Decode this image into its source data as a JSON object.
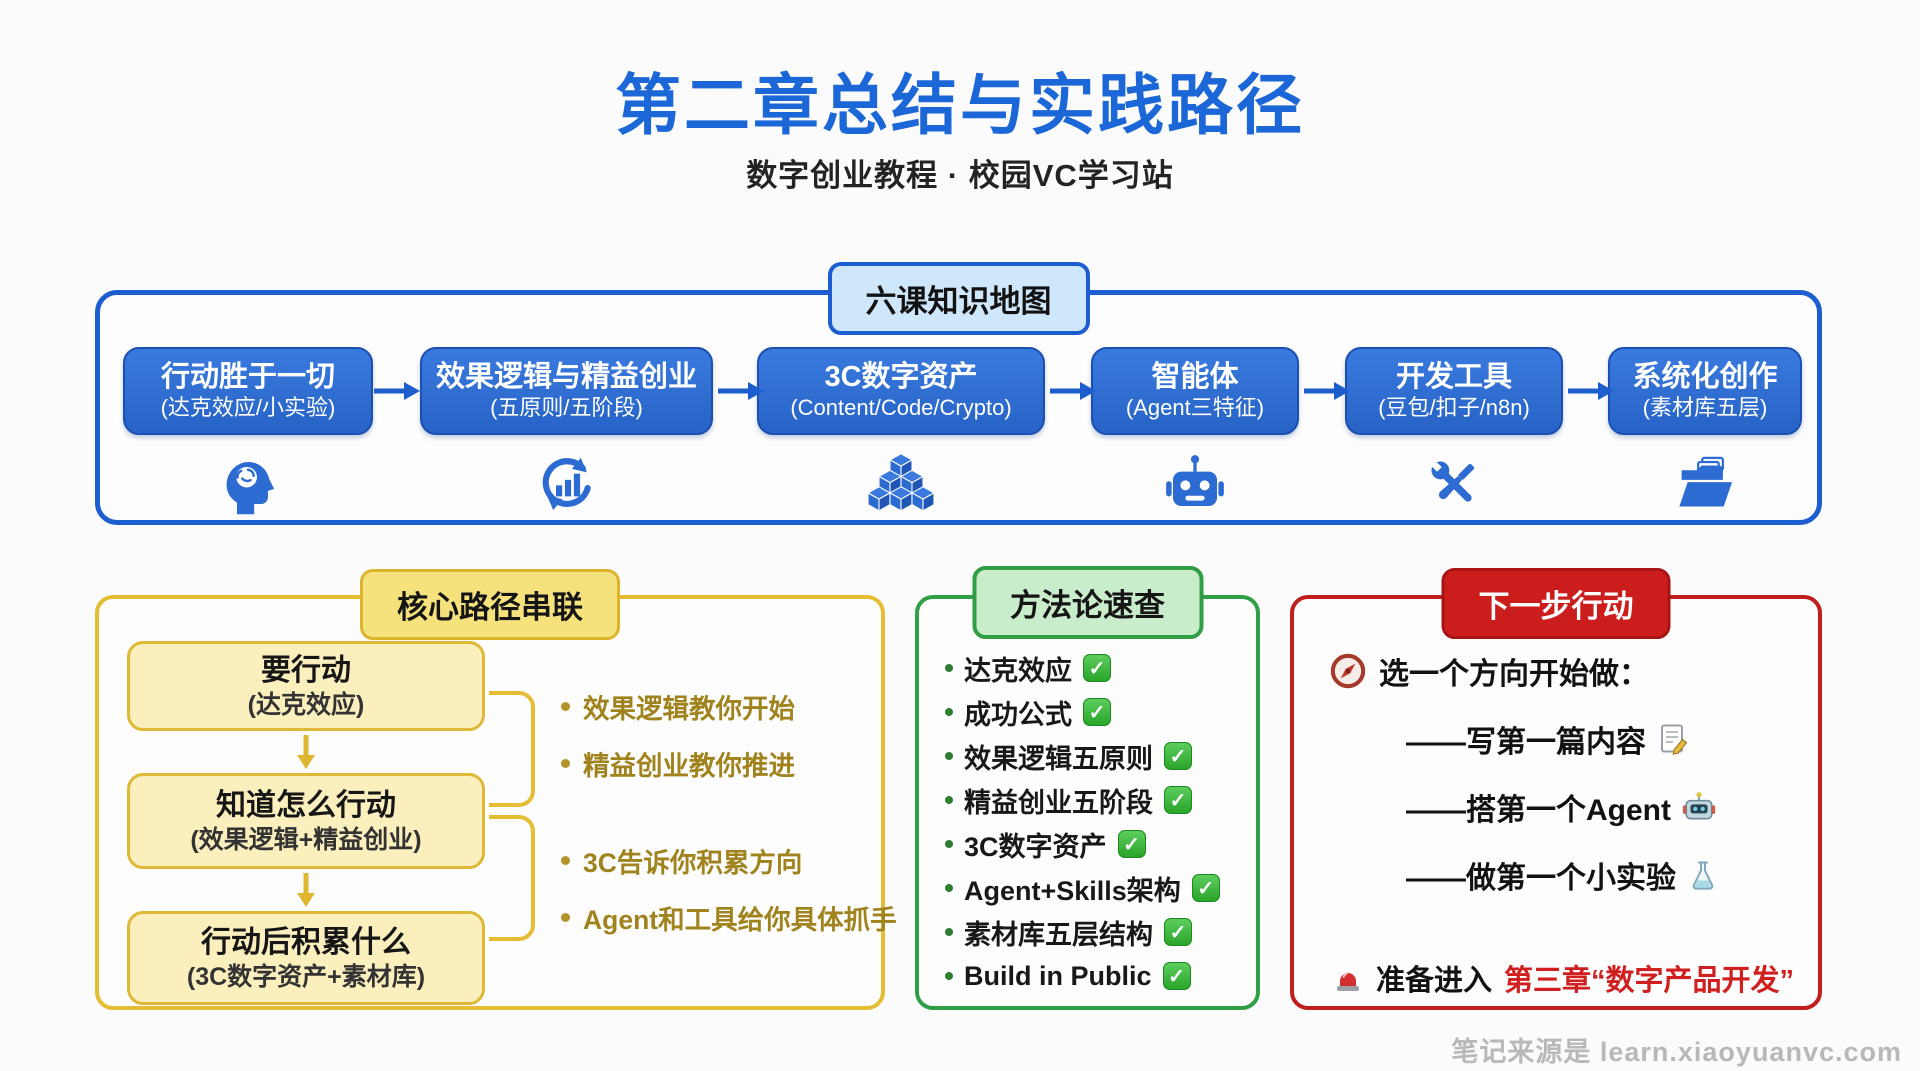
{
  "header": {
    "title": "第二章总结与实践路径",
    "subtitle": "数字创业教程 · 校园VC学习站"
  },
  "knowledge_map": {
    "tab": "六课知识地图",
    "nodes": [
      {
        "title": "行动胜于一切",
        "subtitle": "(达克效应/小实验)",
        "icon": "brain-head-icon"
      },
      {
        "title": "效果逻辑与精益创业",
        "subtitle": "(五原则/五阶段)",
        "icon": "cycle-chart-icon"
      },
      {
        "title": "3C数字资产",
        "subtitle": "(Content/Code/Crypto)",
        "icon": "cubes-icon"
      },
      {
        "title": "智能体",
        "subtitle": "(Agent三特征)",
        "icon": "robot-icon"
      },
      {
        "title": "开发工具",
        "subtitle": "(豆包/扣子/n8n)",
        "icon": "tools-icon"
      },
      {
        "title": "系统化创作",
        "subtitle": "(素材库五层)",
        "icon": "folder-icon"
      }
    ]
  },
  "core_path": {
    "tab": "核心路径串联",
    "steps": [
      {
        "title": "要行动",
        "subtitle": "(达克效应)"
      },
      {
        "title": "知道怎么行动",
        "subtitle": "(效果逻辑+精益创业)"
      },
      {
        "title": "行动后积累什么",
        "subtitle": "(3C数字资产+素材库)"
      }
    ],
    "notes_group1": [
      "效果逻辑教你开始",
      "精益创业教你推进"
    ],
    "notes_group2": [
      "3C告诉你积累方向",
      "Agent和工具给你具体抓手"
    ]
  },
  "methodology": {
    "tab": "方法论速查",
    "check_glyph": "✓",
    "items": [
      "达克效应",
      "成功公式",
      "效果逻辑五原则",
      "精益创业五阶段",
      "3C数字资产",
      "Agent+Skills架构",
      "素材库五层结构",
      "Build in Public"
    ]
  },
  "next_action": {
    "tab": "下一步行动",
    "lead": "选一个方向开始做：",
    "options": [
      "——写第一篇内容",
      "——搭第一个Agent",
      "——做第一个小实验"
    ],
    "footer_prefix": "准备进入",
    "footer_highlight": "第三章“数字产品开发”"
  },
  "watermark": "笔记来源是 learn.xiaoyuanvc.com",
  "colors": {
    "title_blue": "#1c67d8",
    "node_blue": "#2e6fd6",
    "yellow_border": "#e5bd33",
    "green_border": "#2f9e44",
    "red_border": "#c11f1f",
    "red_highlight": "#d01f1f"
  }
}
